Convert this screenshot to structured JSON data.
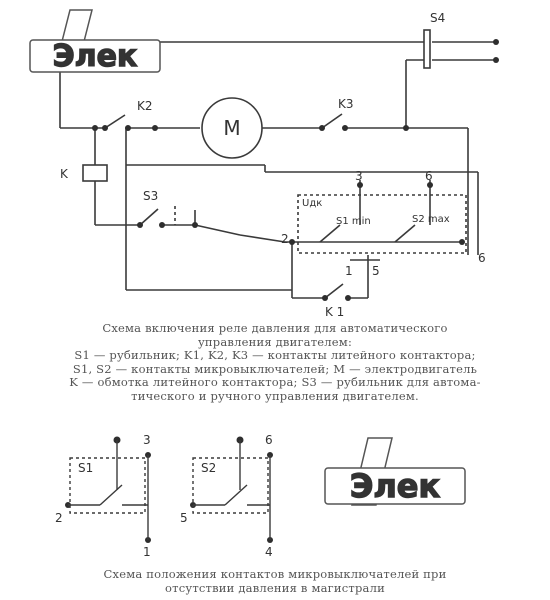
{
  "logo_text": "Элек",
  "labels": {
    "s4": "S4",
    "k2": "K2",
    "k3": "K3",
    "m": "M",
    "k": "K",
    "s3": "S3",
    "n3": "3",
    "n6": "6",
    "n2": "2",
    "n1": "1",
    "n5": "5",
    "n6b": "6",
    "pk": "Uдк",
    "s1min": "S1 min",
    "s2max": "S2 max",
    "k1": "K 1"
  },
  "caption1": {
    "title1": "Схема включения реле давления для автоматического",
    "title2": "управления двигателем:",
    "legend1": "S1 — рубильник; K1, K2, K3 — контакты литейного контактора;",
    "legend2": "S1, S2 — контакты микровыключателей; M — электродвигатель",
    "legend3": "K — обмотка литейного контактора; S3 — рубильник для автома-",
    "legend4": "тического и ручного управления двигателем."
  },
  "detail": {
    "s1": "S1",
    "s1_top": "3",
    "s1_left": "2",
    "s1_bottom": "1",
    "s2": "S2",
    "s2_top": "6",
    "s2_left": "5",
    "s2_bottom": "4"
  },
  "caption2": {
    "line1": "Схема положения контактов микровыключателей при",
    "line2": "отсутствии давления в магистрали"
  }
}
